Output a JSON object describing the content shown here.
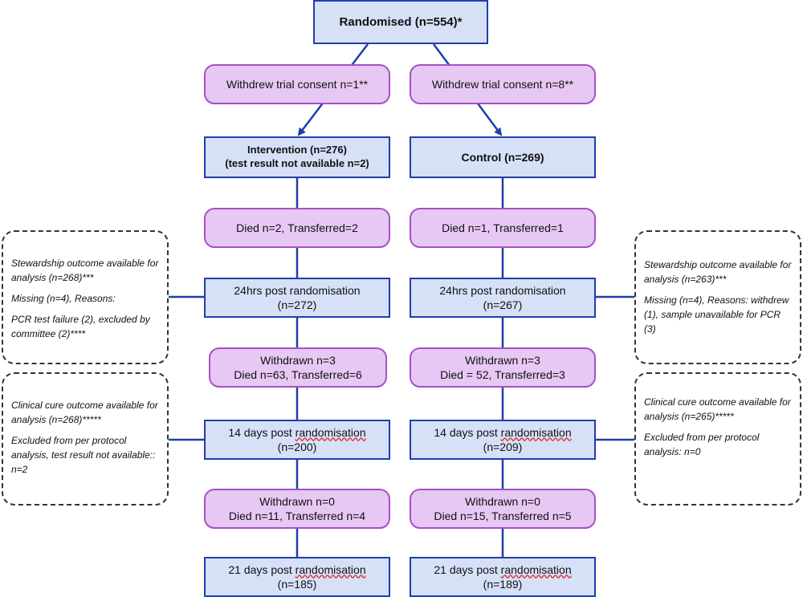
{
  "top": {
    "randomised": "Randomised (n=554)*"
  },
  "withdrew": {
    "left": "Withdrew trial consent n=1**",
    "right": "Withdrew trial consent n=8**"
  },
  "arms": {
    "intervention": {
      "title": "Intervention  (n=276)",
      "subtitle": "(test result not available n=2)",
      "died1": "Died n=2, Transferred=2",
      "h24_label": "24hrs post randomisation",
      "h24_n": "(n=272)",
      "w2_a": "Withdrawn n=3",
      "w2_b": "Died n=63, Transferred=6",
      "d14_pre": "14 days post ",
      "d14_word": "randomisation",
      "d14_n": "(n=200)",
      "w3_a": "Withdrawn n=0",
      "w3_b": "Died n=11, Transferred n=4",
      "d21_pre": "21 days post ",
      "d21_word": "randomisation",
      "d21_n": "(n=185)"
    },
    "control": {
      "title": "Control (n=269)",
      "died1": "Died n=1, Transferred=1",
      "h24_label": "24hrs post randomisation",
      "h24_n": "(n=267)",
      "w2_a": "Withdrawn n=3",
      "w2_b": "Died = 52, Transferred=3",
      "d14_pre": "14 days post ",
      "d14_word": "randomisation",
      "d14_n": "(n=209)",
      "w3_a": "Withdrawn n=0",
      "w3_b": "Died n=15, Transferred n=5",
      "d21_pre": "21 days post ",
      "d21_word": "randomisation",
      "d21_n": "(n=189)"
    }
  },
  "notes": {
    "left_stewardship": {
      "p1": "Stewardship outcome available for analysis (n=268)***",
      "p2": "Missing (n=4), Reasons:",
      "p3": "PCR test failure (2), excluded by committee (2)****"
    },
    "left_clinical": {
      "p1": "Clinical cure outcome available for analysis (n=268)*****",
      "p2": "Excluded from per protocol analysis, test result not available:: n=2"
    },
    "right_stewardship": {
      "p1": "Stewardship outcome available for analysis  (n=263)***",
      "p2": "Missing (n=4), Reasons: withdrew (1), sample unavailable for PCR (3)"
    },
    "right_clinical": {
      "p1": "Clinical cure outcome available for analysis (n=265)*****",
      "p2": "Excluded from per protocol analysis: n=0"
    }
  },
  "colors": {
    "line": "#1f3fa8",
    "blue_fill": "#d6e0f7",
    "purple_fill": "#e7c8f4",
    "purple_border": "#a451c6"
  }
}
